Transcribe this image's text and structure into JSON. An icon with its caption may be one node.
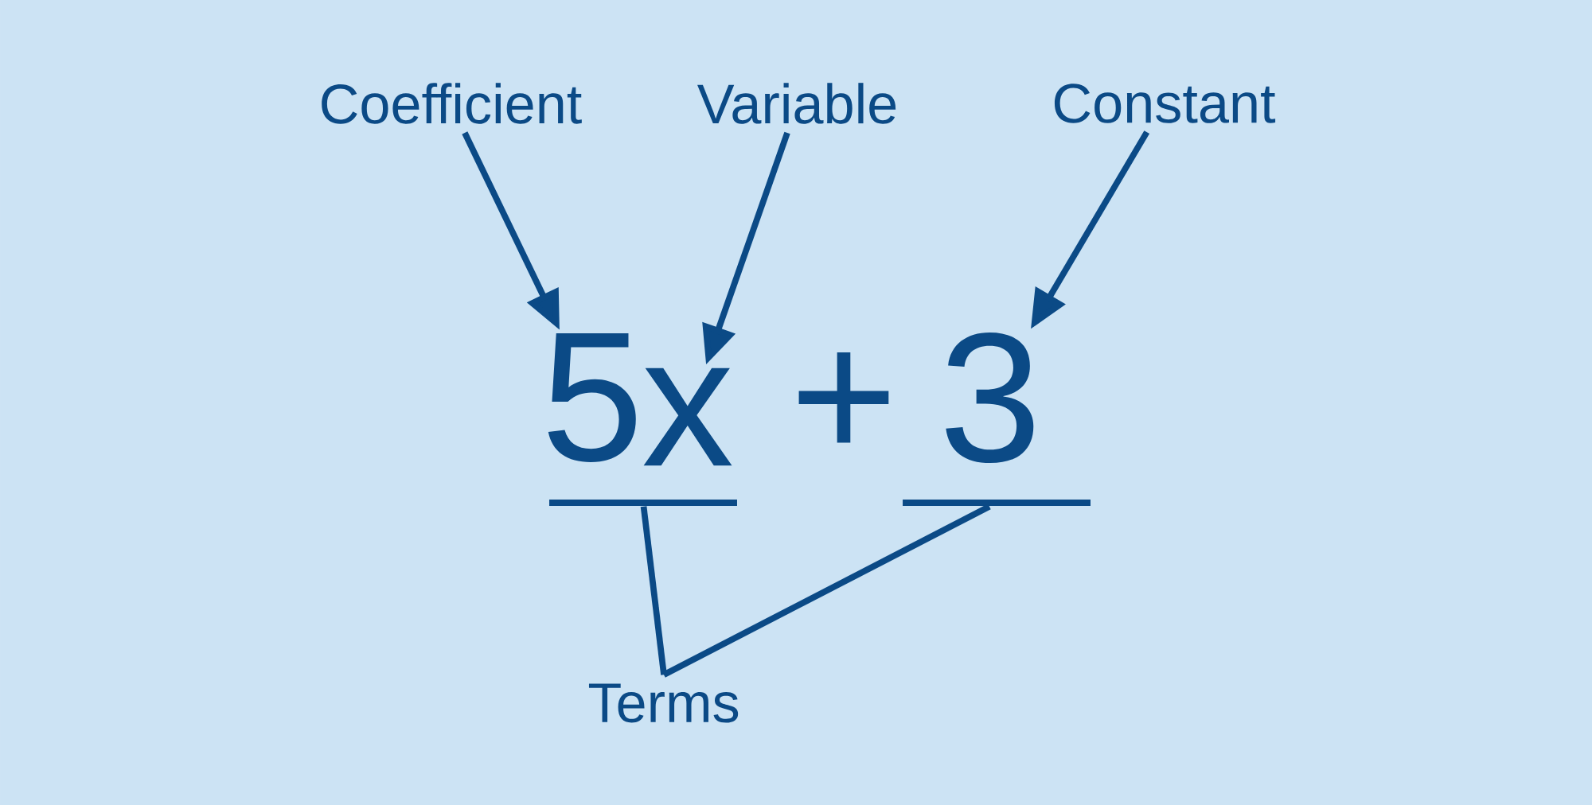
{
  "diagram": {
    "nodes": [
      {
        "text": [
          "Coefficient"
        ]
      },
      {
        "text": [
          "Variable"
        ]
      },
      {
        "text": [
          "Constant"
        ]
      },
      {
        "text": [
          "5"
        ]
      },
      {
        "text": [
          "x"
        ]
      },
      {
        "text": [
          "3"
        ]
      },
      {
        "text": [],
        "shape": "bar"
      },
      {
        "text": [],
        "shape": "bar"
      },
      {
        "text": [
          "Terms"
        ]
      }
    ],
    "edges": [
      {
        "from": 0,
        "to": 3,
        "arrow": "to"
      },
      {
        "from": 1,
        "to": 4,
        "arrow": "to"
      },
      {
        "from": 2,
        "to": 5,
        "arrow": "to"
      },
      {
        "from": 8,
        "to": 6,
        "arrow": "none"
      },
      {
        "from": 8,
        "to": 7,
        "arrow": "none"
      }
    ],
    "labels": [
      "+"
    ]
  }
}
